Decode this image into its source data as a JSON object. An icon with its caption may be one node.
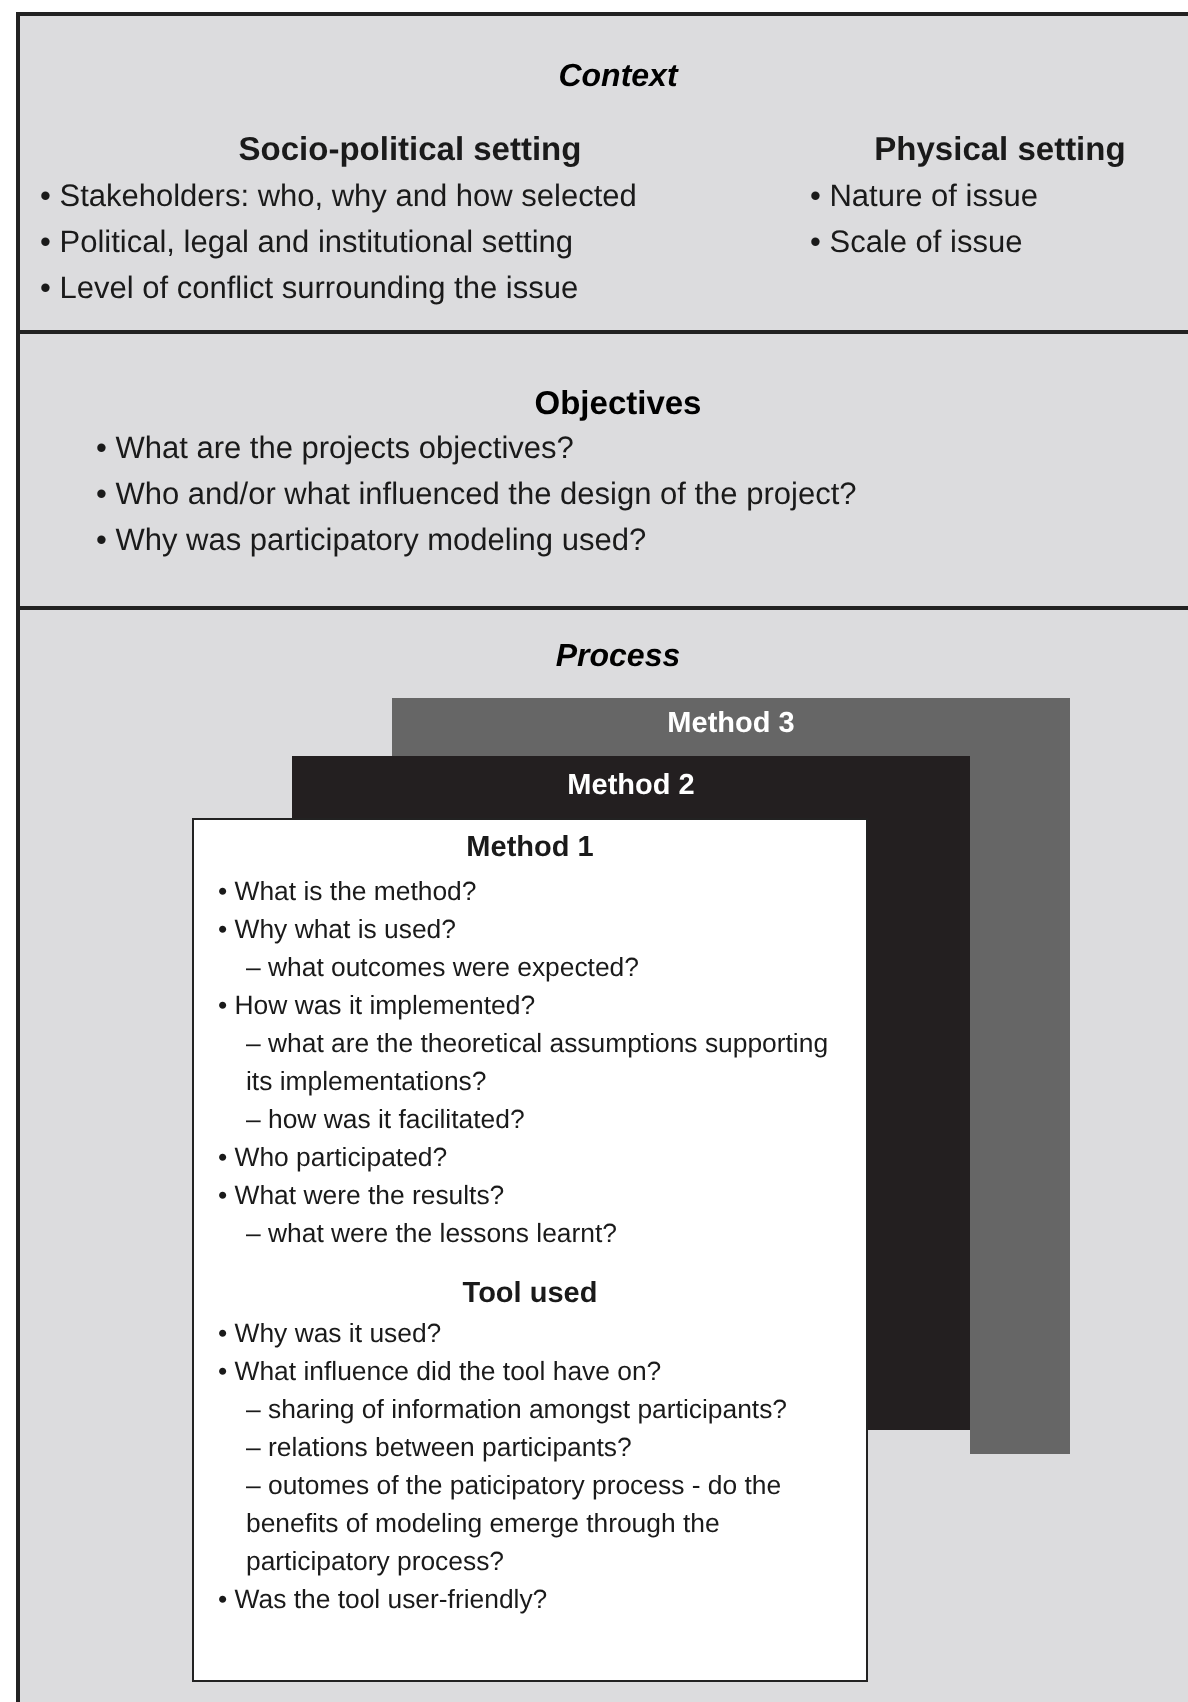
{
  "diagram": {
    "nodes": [
      {
        "text": [
          "Context",
          "Socio-political setting",
          "• Stakeholders: who, why and how selected",
          "• Political, legal and institutional setting",
          "• Level of conflict surrounding the issue",
          "Physical setting",
          "• Nature of issue",
          "• Scale of issue"
        ]
      },
      {
        "text": [
          "Objectives",
          "• What are the projects objectives?",
          "• Who and/or what influenced the design of the project?",
          "• Why was participatory modeling used?"
        ]
      },
      {
        "text": [
          "Process"
        ]
      },
      {
        "text": [
          "Method 3"
        ],
        "in": 2
      },
      {
        "text": [],
        "shape": "bar",
        "in": 2
      },
      {
        "text": [
          "Method 2"
        ],
        "in": 2
      },
      {
        "text": [],
        "shape": "bar",
        "in": 2
      },
      {
        "text": [
          "Method 1",
          "• What is the method?",
          "• Why what is used?",
          "– what outcomes were expected?",
          "• How was it implemented?",
          "– what are the theoretical assumptions supporting its implementations?",
          "– how was it facilitated?",
          "• Who participated?",
          "• What were the results?",
          "– what were the lessons learnt?",
          "Tool used",
          "• Why was it used?",
          "• What influence did the tool have on?",
          "– sharing of information amongst participants?",
          "– relations between participants?",
          "– outomes of the paticipatory process - do the benefits of modeling emerge through the participatory process?",
          "• Was the tool user-friendly?"
        ],
        "in": 2
      }
    ]
  }
}
